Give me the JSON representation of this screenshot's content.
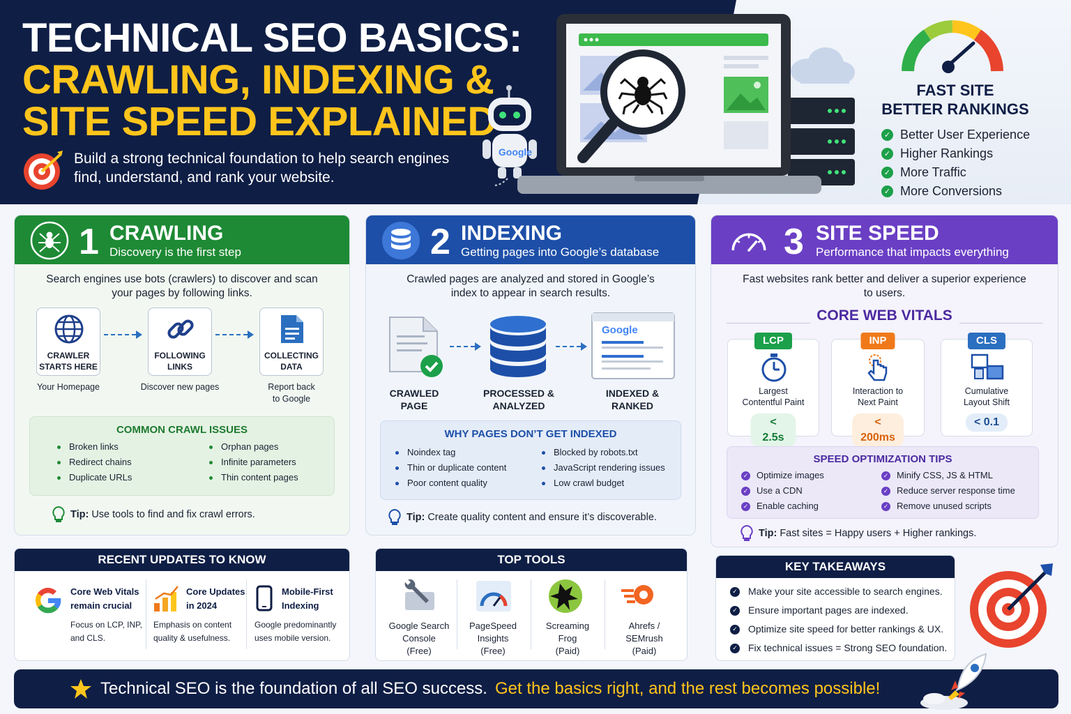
{
  "header": {
    "title_line1": "TECHNICAL SEO BASICS:",
    "title_line2": "CRAWLING, INDEXING &",
    "title_line3": "SITE SPEED EXPLAINED",
    "subtitle": "Build a strong technical foundation to help search engines find, understand, and rank your website.",
    "robot_label": "Google",
    "fast_title_line1": "FAST SITE",
    "fast_title_line2": "BETTER RANKINGS",
    "benefits": [
      "Better User Experience",
      "Higher Rankings",
      "More Traffic",
      "More Conversions"
    ]
  },
  "crawling": {
    "number": "1",
    "title": "CRAWLING",
    "subtitle": "Discovery is the first step",
    "description": "Search engines use bots (crawlers) to discover and scan your pages by following links.",
    "steps": [
      {
        "label_line1": "CRAWLER",
        "label_line2": "STARTS HERE",
        "caption_line1": "Your Homepage",
        "caption_line2": ""
      },
      {
        "label_line1": "FOLLOWING",
        "label_line2": "LINKS",
        "caption_line1": "Discover new pages",
        "caption_line2": ""
      },
      {
        "label_line1": "COLLECTING",
        "label_line2": "DATA",
        "caption_line1": "Report back",
        "caption_line2": "to Google"
      }
    ],
    "issues_title": "COMMON CRAWL ISSUES",
    "issues_left": [
      "Broken links",
      "Redirect chains",
      "Duplicate URLs"
    ],
    "issues_right": [
      "Orphan pages",
      "Infinite parameters",
      "Thin content pages"
    ],
    "tip_label": "Tip:",
    "tip_text": "Use tools to find and fix crawl errors."
  },
  "indexing": {
    "number": "2",
    "title": "INDEXING",
    "subtitle": "Getting pages into Google’s database",
    "description": "Crawled pages are analyzed and stored in Google’s index to appear in search results.",
    "serp_logo": "Google",
    "steps": [
      {
        "label_line1": "CRAWLED",
        "label_line2": "PAGE"
      },
      {
        "label_line1": "PROCESSED &",
        "label_line2": "ANALYZED"
      },
      {
        "label_line1": "INDEXED &",
        "label_line2": "RANKED"
      }
    ],
    "issues_title": "WHY PAGES DON’T GET INDEXED",
    "issues_left": [
      "Noindex tag",
      "Thin or duplicate content",
      "Poor content quality"
    ],
    "issues_right": [
      "Blocked by robots.txt",
      "JavaScript rendering issues",
      "Low crawl budget"
    ],
    "tip_label": "Tip:",
    "tip_text": "Create quality content and ensure it’s discoverable."
  },
  "speed": {
    "number": "3",
    "title": "SITE SPEED",
    "subtitle": "Performance that impacts everything",
    "description": "Fast websites rank better and deliver a superior experience to users.",
    "cwv_title": "CORE WEB VITALS",
    "vitals": [
      {
        "badge": "LCP",
        "name_line1": "Largest",
        "name_line2": "Contentful Paint",
        "value": "< 2.5s",
        "color": "#1ca04a",
        "value_bg": "#e3f5e8",
        "value_color": "#137a37"
      },
      {
        "badge": "INP",
        "name_line1": "Interaction to",
        "name_line2": "Next Paint",
        "value": "< 200ms",
        "color": "#f07a1a",
        "value_bg": "#fdeede",
        "value_color": "#d9620a"
      },
      {
        "badge": "CLS",
        "name_line1": "Cumulative",
        "name_line2": "Layout Shift",
        "value": "< 0.1",
        "color": "#2b6fc0",
        "value_bg": "#e3edf9",
        "value_color": "#1d4e8f"
      }
    ],
    "tips_title": "SPEED OPTIMIZATION TIPS",
    "tips_left": [
      "Optimize images",
      "Use a CDN",
      "Enable caching"
    ],
    "tips_right": [
      "Minify CSS, JS & HTML",
      "Reduce server response time",
      "Remove unused scripts"
    ],
    "tip_label": "Tip:",
    "tip_text": "Fast sites = Happy users + Higher rankings."
  },
  "updates": {
    "title": "RECENT UPDATES TO KNOW",
    "items": [
      {
        "title_line1": "Core Web Vitals",
        "title_line2": "remain crucial",
        "desc_line1": "Focus on LCP, INP,",
        "desc_line2": "and CLS."
      },
      {
        "title_line1": "Core Updates",
        "title_line2": "in 2024",
        "desc_line1": "Emphasis on content",
        "desc_line2": "quality & usefulness."
      },
      {
        "title_line1": "Mobile-First",
        "title_line2": "Indexing",
        "desc_line1": "Google predominantly",
        "desc_line2": "uses mobile version."
      }
    ]
  },
  "tools": {
    "title": "TOP TOOLS",
    "items": [
      {
        "line1": "Google Search",
        "line2": "Console",
        "line3": "(Free)"
      },
      {
        "line1": "PageSpeed",
        "line2": "Insights",
        "line3": "(Free)"
      },
      {
        "line1": "Screaming",
        "line2": "Frog",
        "line3": "(Paid)"
      },
      {
        "line1": "Ahrefs /",
        "line2": "SEMrush",
        "line3": "(Paid)"
      }
    ]
  },
  "takeaways": {
    "title": "KEY TAKEAWAYS",
    "items": [
      "Make your site accessible to search engines.",
      "Ensure important pages are indexed.",
      "Optimize site speed for better rankings & UX.",
      "Fix technical issues = Strong SEO foundation."
    ]
  },
  "footer": {
    "text_white": "Technical SEO is the foundation of all SEO success.",
    "text_yellow": "Get the basics right, and the rest becomes possible!"
  },
  "colors": {
    "navy": "#0f1e45",
    "yellow": "#ffc51c",
    "crawl_green": "#1e8a35",
    "index_blue": "#1d4fa8",
    "speed_purple": "#6a3fc4"
  },
  "icons": {
    "header": [
      "target-icon",
      "robot-icon",
      "laptop-icon",
      "spider-icon",
      "magnifier-icon",
      "server-icon",
      "cloud-icon",
      "speedometer-icon"
    ],
    "crawling": [
      "spider-icon",
      "globe-icon",
      "link-icon",
      "document-icon",
      "lightbulb-icon"
    ],
    "indexing": [
      "database-icon",
      "document-check-icon",
      "serp-icon"
    ],
    "speed": [
      "speedometer-icon",
      "stopwatch-icon",
      "pointer-icon",
      "layout-shift-icon"
    ],
    "bottom": [
      "google-g-icon",
      "bar-chart-icon",
      "mobile-icon",
      "wrench-icon",
      "gauge-icon",
      "frog-icon",
      "ahrefs-icon",
      "target-arrow-icon",
      "rocket-icon",
      "star-icon"
    ]
  }
}
